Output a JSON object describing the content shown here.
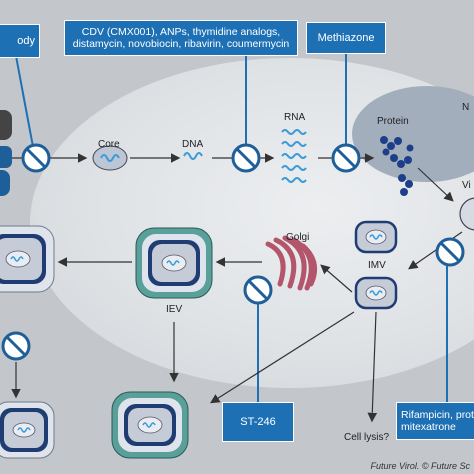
{
  "boxes": {
    "antibody": "ody",
    "cdv": "CDV (CMX001), ANPs, thymidine analogs, distamycin, novobiocin, ribavirin, coumermycin",
    "methiazone": "Methiazone",
    "st246": "ST-246",
    "rifampicin": "Rifampicin, prote mitexatrone"
  },
  "labels": {
    "core": "Core",
    "dna": "DNA",
    "rna": "RNA",
    "protein": "Protein",
    "nucleus": "N",
    "vi": "Vi",
    "golgi": "Golgi",
    "imv": "IMV",
    "iev": "IEV",
    "cell_lysis": "Cell lysis?"
  },
  "credit": "Future Virol. © Future Sc",
  "colors": {
    "box_blue": "#1e70b5",
    "inhibitor_blue": "#1f5f99",
    "golgi": "#b3566b",
    "protein_dots": "#1d3f8a",
    "rna_wave": "#3a9bd8",
    "virion_outer": "#1f3d73",
    "virion_green": "#5aa09a"
  }
}
